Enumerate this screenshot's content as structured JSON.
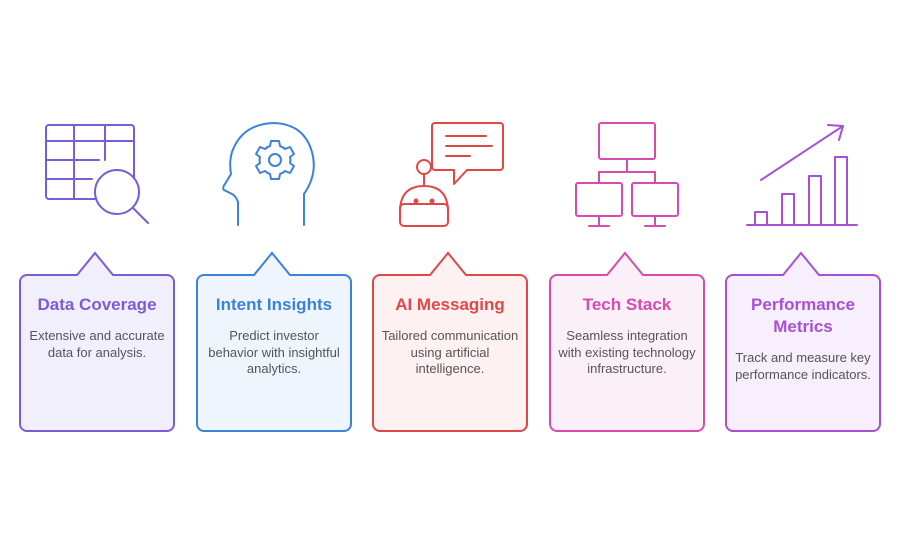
{
  "cards": [
    {
      "id": "data-coverage",
      "icon": "table-search-icon",
      "title": "Data Coverage",
      "description": "Extensive and accurate data for analysis.",
      "color": "#7B5CD6",
      "fill": "#F1EFFC"
    },
    {
      "id": "intent-insights",
      "icon": "head-gear-icon",
      "title": "Intent Insights",
      "description": "Predict investor behavior with insightful analytics.",
      "color": "#3B82D9",
      "fill": "#EEF5FD"
    },
    {
      "id": "ai-messaging",
      "icon": "robot-chat-icon",
      "title": "AI Messaging",
      "description": "Tailored communication using artificial intelligence.",
      "color": "#E04848",
      "fill": "#FDF1F1"
    },
    {
      "id": "tech-stack",
      "icon": "network-monitors-icon",
      "title": "Tech Stack",
      "description": "Seamless integration with existing technology infrastructure.",
      "color": "#D84BAE",
      "fill": "#FCF0F8"
    },
    {
      "id": "performance-metrics",
      "icon": "bar-chart-trend-icon",
      "title": "Performance Metrics",
      "description": "Track and measure key performance indicators.",
      "color": "#A94FD6",
      "fill": "#F7EFFC"
    }
  ]
}
